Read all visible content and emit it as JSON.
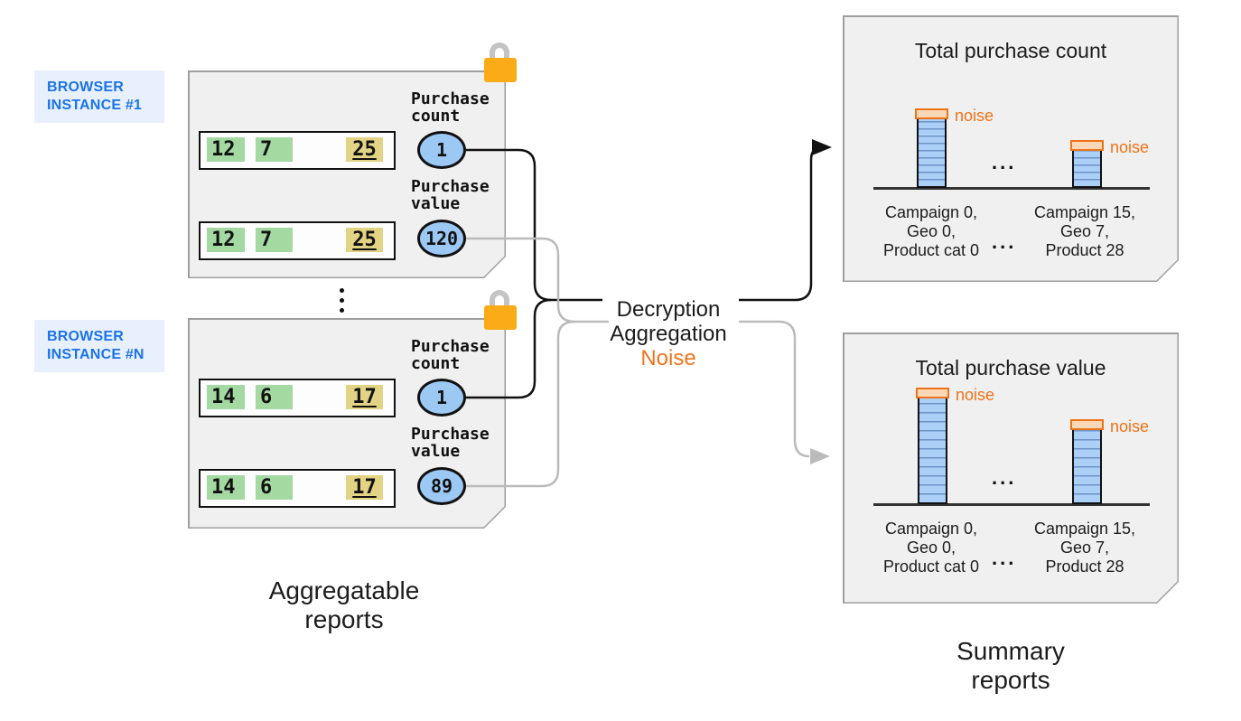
{
  "colors": {
    "accent_blue_text": "#1a73e8",
    "label_bg": "#e8f0fe",
    "card_bg": "#f0f0f0",
    "card_border": "#9e9e9e",
    "green_chip": "#a4d9a1",
    "yellow_chip": "#e3d385",
    "circle_blue": "#9cc8f4",
    "bar_blue": "#abcff7",
    "noise_orange": "#ee7317",
    "lock_orange": "#fbab17",
    "gray_line": "#bbbbbb",
    "black_line": "#111111"
  },
  "icons": {
    "lock_icon": "padlock (gray shackle, orange body)",
    "vertical_ellipsis_icon": "⋮",
    "arrow_right_icon": "▶"
  },
  "left_section": {
    "caption": {
      "line1": "Aggregatable",
      "line2": "reports"
    },
    "between_cards_ellipsis": "⋮",
    "instances": [
      {
        "label_line1": "BROWSER",
        "label_line2": "INSTANCE #1",
        "purchase_count_label": {
          "line1": "Purchase",
          "line2": "count"
        },
        "purchase_count_value": "1",
        "purchase_value_label": {
          "line1": "Purchase",
          "line2": "value"
        },
        "purchase_value_value": "120",
        "rows": [
          {
            "chips": [
              {
                "text": "12"
              },
              {
                "text": "7"
              },
              {
                "text": "25"
              }
            ]
          },
          {
            "chips": [
              {
                "text": "12"
              },
              {
                "text": "7"
              },
              {
                "text": "25"
              }
            ]
          }
        ]
      },
      {
        "label_line1": "BROWSER",
        "label_line2": "INSTANCE #N",
        "purchase_count_label": {
          "line1": "Purchase",
          "line2": "count"
        },
        "purchase_count_value": "1",
        "purchase_value_label": {
          "line1": "Purchase",
          "line2": "value"
        },
        "purchase_value_value": "89",
        "rows": [
          {
            "chips": [
              {
                "text": "14"
              },
              {
                "text": "6"
              },
              {
                "text": "17"
              }
            ]
          },
          {
            "chips": [
              {
                "text": "14"
              },
              {
                "text": "6"
              },
              {
                "text": "17"
              }
            ]
          }
        ]
      }
    ]
  },
  "process": {
    "step1": "Decryption",
    "step2": "Aggregation",
    "step3": "Noise"
  },
  "right_section": {
    "caption": {
      "line1": "Summary",
      "line2": "reports"
    },
    "charts": [
      {
        "title": "Total purchase count",
        "bars": [
          {
            "height_px": "78px",
            "noise_label": "noise"
          },
          {
            "height_px": "43px",
            "noise_label": "noise"
          }
        ],
        "mid_dots": "...",
        "xlabels": [
          {
            "line1": "Campaign 0,",
            "line2": "Geo 0,",
            "line3": "Product cat 0"
          },
          {
            "line1": "Campaign 15,",
            "line2": "Geo 7,",
            "line3": "Product 28"
          }
        ],
        "xlabel_dots": "..."
      },
      {
        "title": "Total purchase value",
        "bars": [
          {
            "height_px": "119px",
            "noise_label": "noise"
          },
          {
            "height_px": "84px",
            "noise_label": "noise"
          }
        ],
        "mid_dots": "...",
        "xlabels": [
          {
            "line1": "Campaign 0,",
            "line2": "Geo 0,",
            "line3": "Product cat 0"
          },
          {
            "line1": "Campaign 15,",
            "line2": "Geo 7,",
            "line3": "Product 28"
          }
        ],
        "xlabel_dots": "..."
      }
    ]
  }
}
